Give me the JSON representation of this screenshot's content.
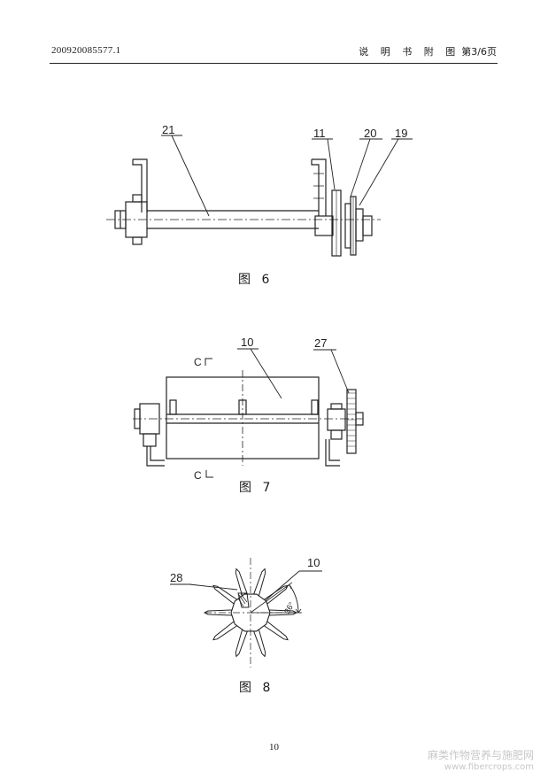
{
  "header": {
    "doc_number": "200920085577.1",
    "section_title": "说 明 书 附 图",
    "page_indicator": "第3/6页"
  },
  "figures": [
    {
      "caption": "图 6",
      "labels": [
        "21",
        "11",
        "20",
        "19"
      ]
    },
    {
      "caption": "图 7",
      "labels": [
        "10",
        "27"
      ],
      "section_marks": [
        "C",
        "C"
      ]
    },
    {
      "caption": "图 8",
      "labels": [
        "28",
        "10"
      ],
      "angle_label": "36°"
    }
  ],
  "page_number": "10",
  "watermark": {
    "line1": "麻类作物营养与施肥网",
    "line2": "www.fibercrops.com"
  }
}
